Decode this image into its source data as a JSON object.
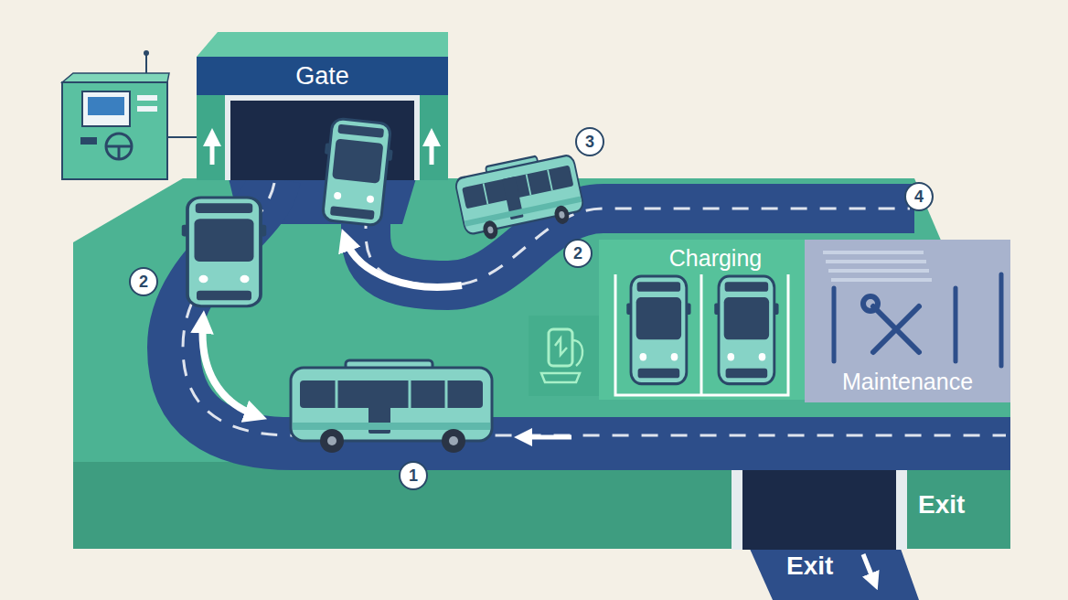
{
  "diagram": {
    "nodes": [
      {
        "text": [
          "Gate"
        ]
      },
      {
        "text": [
          "Charging"
        ]
      },
      {
        "text": [
          "Maintenance"
        ]
      }
    ],
    "labels": [
      "3",
      "4",
      "2",
      "2",
      "1",
      "Exit",
      "Exit"
    ]
  }
}
